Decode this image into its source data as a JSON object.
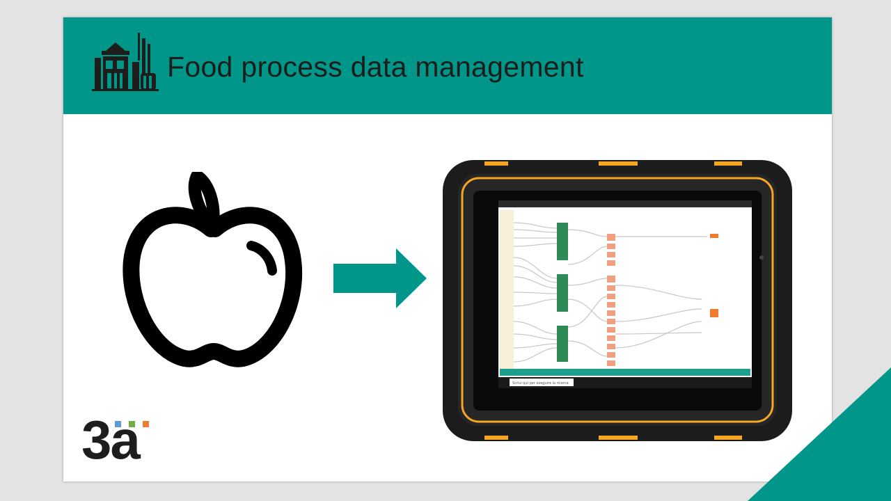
{
  "slide": {
    "title": "Food process data management"
  },
  "logo": {
    "text": "3a",
    "dot_colors": [
      "#5b9bd5",
      "#70ad47",
      "#ed7d31"
    ]
  },
  "colors": {
    "header": "#00978a",
    "arrow": "#00978a",
    "tablet_accent": "#f5a623",
    "chart_green": "#2e8b57",
    "chart_orange": "#f0a080"
  },
  "icons": {
    "header": "factory-icon",
    "left": "apple-icon",
    "middle": "arrow-right-icon"
  },
  "tablet_screen": {
    "taskbar_search": "Scrivi qui per eseguire la ricerca"
  }
}
